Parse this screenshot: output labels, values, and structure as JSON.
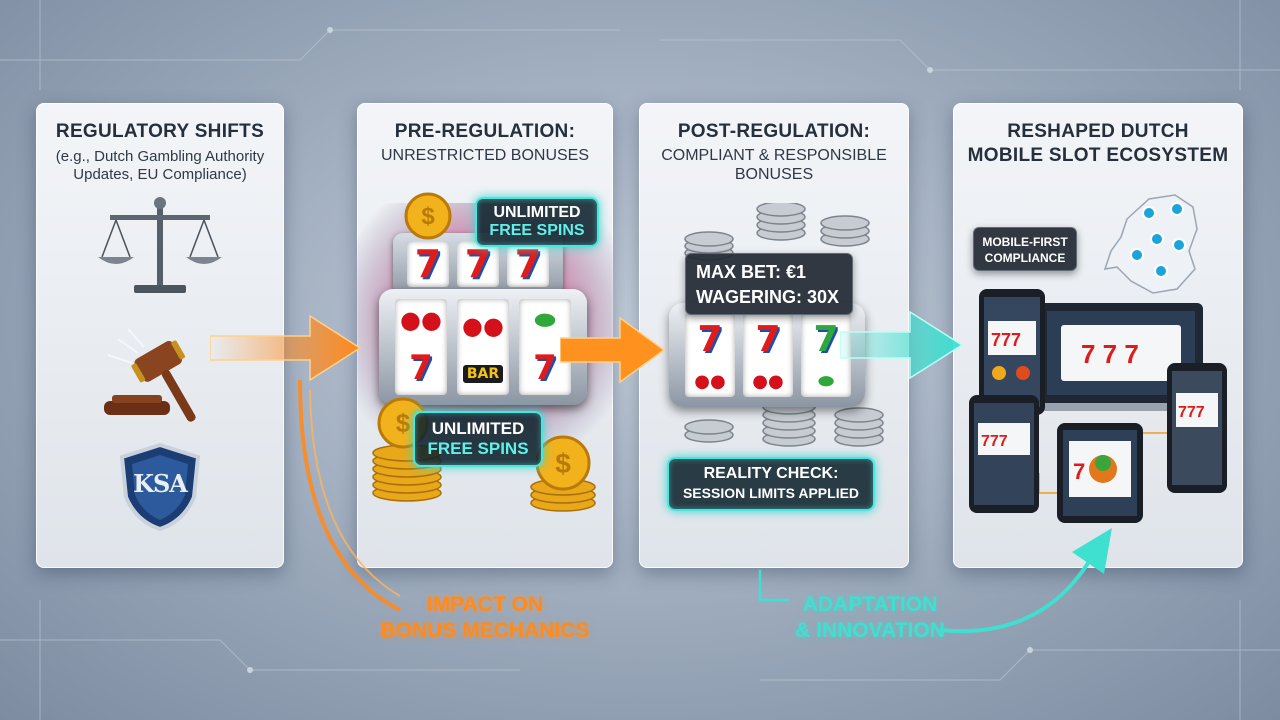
{
  "panels": [
    {
      "title": "REGULATORY SHIFTS",
      "subtitle_line1": "(e.g., Dutch Gambling Authority",
      "subtitle_line2": "Updates, EU Compliance)",
      "badge_text": "KSA"
    },
    {
      "title": "PRE-REGULATION:",
      "subtitle_line1": "UNRESTRICTED BONUSES",
      "top_badge_line1": "UNLIMITED",
      "top_badge_line2": "FREE SPINS",
      "bottom_badge_line1": "UNLIMITED",
      "bottom_badge_line2": "FREE SPINS",
      "reel_symbol_bar": "BAR"
    },
    {
      "title": "POST-REGULATION:",
      "subtitle_line1": "COMPLIANT & RESPONSIBLE",
      "subtitle_line2": "BONUSES",
      "limit_line1": "MAX BET: €1",
      "limit_line2": "WAGERING: 30x",
      "reality_line1": "REALITY CHECK:",
      "reality_line2": "SESSION LIMITS APPLIED"
    },
    {
      "title_line1": "RESHAPED DUTCH",
      "title_line2": "MOBILE SLOT ECOSYSTEM",
      "tag_line1": "MOBILE-FIRST",
      "tag_line2": "COMPLIANCE"
    }
  ],
  "flow_labels": {
    "impact_line1": "IMPACT ON",
    "impact_line2": "BONUS MECHANICS",
    "adapt_line1": "ADAPTATION",
    "adapt_line2": "& INNOVATION"
  },
  "colors": {
    "orange_flow": "#ff8a1e",
    "cyan_flow": "#3fe0d0",
    "neon_border": "#49e6e0",
    "seven_red": "#e01b1b"
  }
}
